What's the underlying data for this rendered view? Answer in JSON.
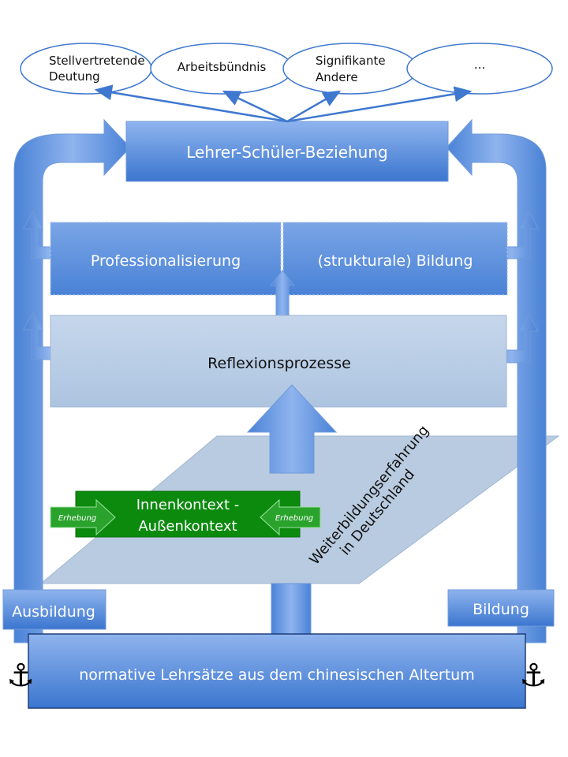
{
  "ellipses": [
    {
      "line1": "Stellvertretende",
      "line2": "Deutung"
    },
    {
      "line1": "Arbeitsbündnis",
      "line2": ""
    },
    {
      "line1": "Signifikante",
      "line2": "Andere"
    },
    {
      "line1": "...",
      "line2": ""
    }
  ],
  "top_box": "Lehrer-Schüler-Beziehung",
  "professionalisierung": "Professionalisierung",
  "bildung_strukturale": "(strukturale) Bildung",
  "reflexion": "Reflexionsprozesse",
  "innenkontext_line1": "Innenkontext -",
  "innenkontext_line2": "Außenkontext",
  "erhebung_left": "Erhebung",
  "erhebung_right": "Erhebung",
  "weiterbildung_line1": "Weiterbildungserfahrung",
  "weiterbildung_line2": "in Deutschland",
  "ausbildung": "Ausbildung",
  "bildung": "Bildung",
  "bottom_box": "normative Lehrsätze aus dem chinesischen Altertum",
  "anchor_glyph": "⚓",
  "colors": {
    "blue_dark": "#3f78cf",
    "blue_light": "#8db3ee",
    "pale_box": "#b7cbe4",
    "green_box": "#0b8a0e",
    "parallelogram": "#b9cbe0"
  }
}
